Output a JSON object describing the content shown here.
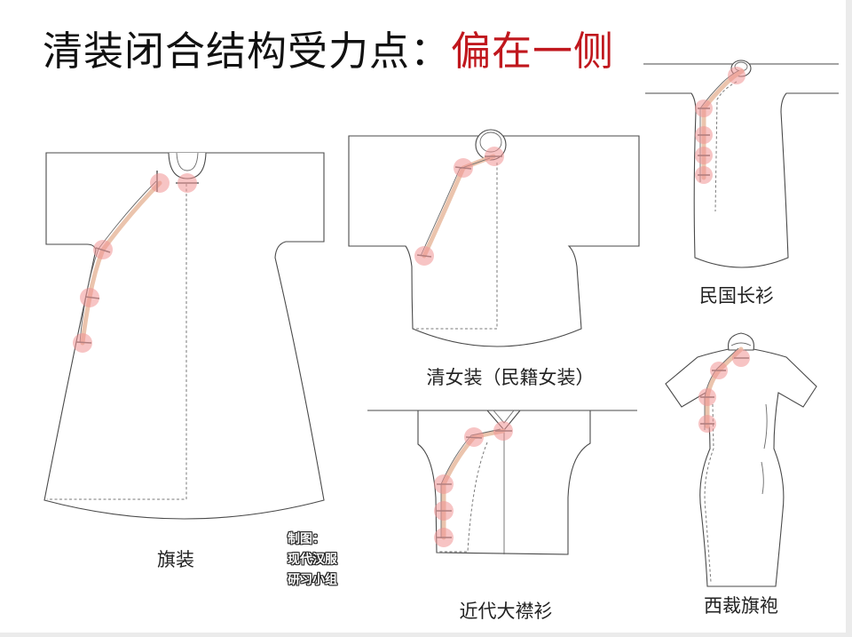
{
  "title": {
    "main": "清装闭合结构受力点：",
    "accent": "偏在一侧"
  },
  "colors": {
    "title_accent": "#c0171d",
    "stress_point": "#f19494",
    "opening_line": "#ebc4ad"
  },
  "garments": [
    {
      "label": "旗装"
    },
    {
      "label": "清女装（民籍女装）"
    },
    {
      "label": "民国长衫"
    },
    {
      "label": "近代大襟衫"
    },
    {
      "label": "西裁旗袍"
    }
  ],
  "credit": {
    "line1": "制图：",
    "line2": "现代汉服",
    "line3": "研习小组"
  }
}
